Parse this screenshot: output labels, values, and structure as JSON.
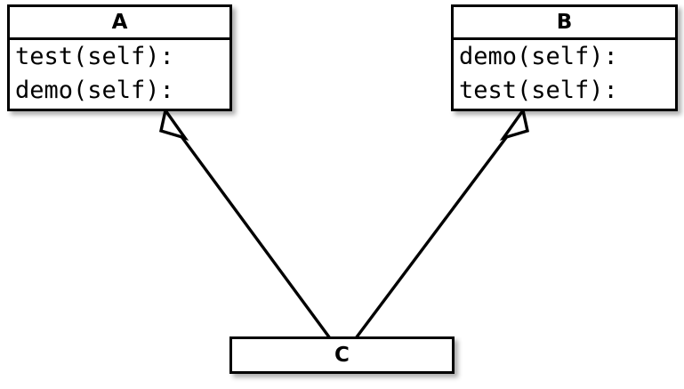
{
  "diagram": {
    "type": "uml-class-diagram",
    "background_color": "#ffffff",
    "line_color": "#000000",
    "box_fill": "#ffffff",
    "classes": [
      {
        "id": "A",
        "name": "A",
        "members": [
          "test(self):",
          "demo(self):"
        ]
      },
      {
        "id": "B",
        "name": "B",
        "members": [
          "demo(self):",
          "test(self):"
        ]
      },
      {
        "id": "C",
        "name": "C",
        "members": []
      }
    ],
    "relationships": [
      {
        "name": "inheritance-c-to-a",
        "kind": "generalization",
        "from": "C",
        "to": "A",
        "arrowhead": "hollow-triangle"
      },
      {
        "name": "inheritance-c-to-b",
        "kind": "generalization",
        "from": "C",
        "to": "B",
        "arrowhead": "hollow-triangle"
      }
    ]
  }
}
